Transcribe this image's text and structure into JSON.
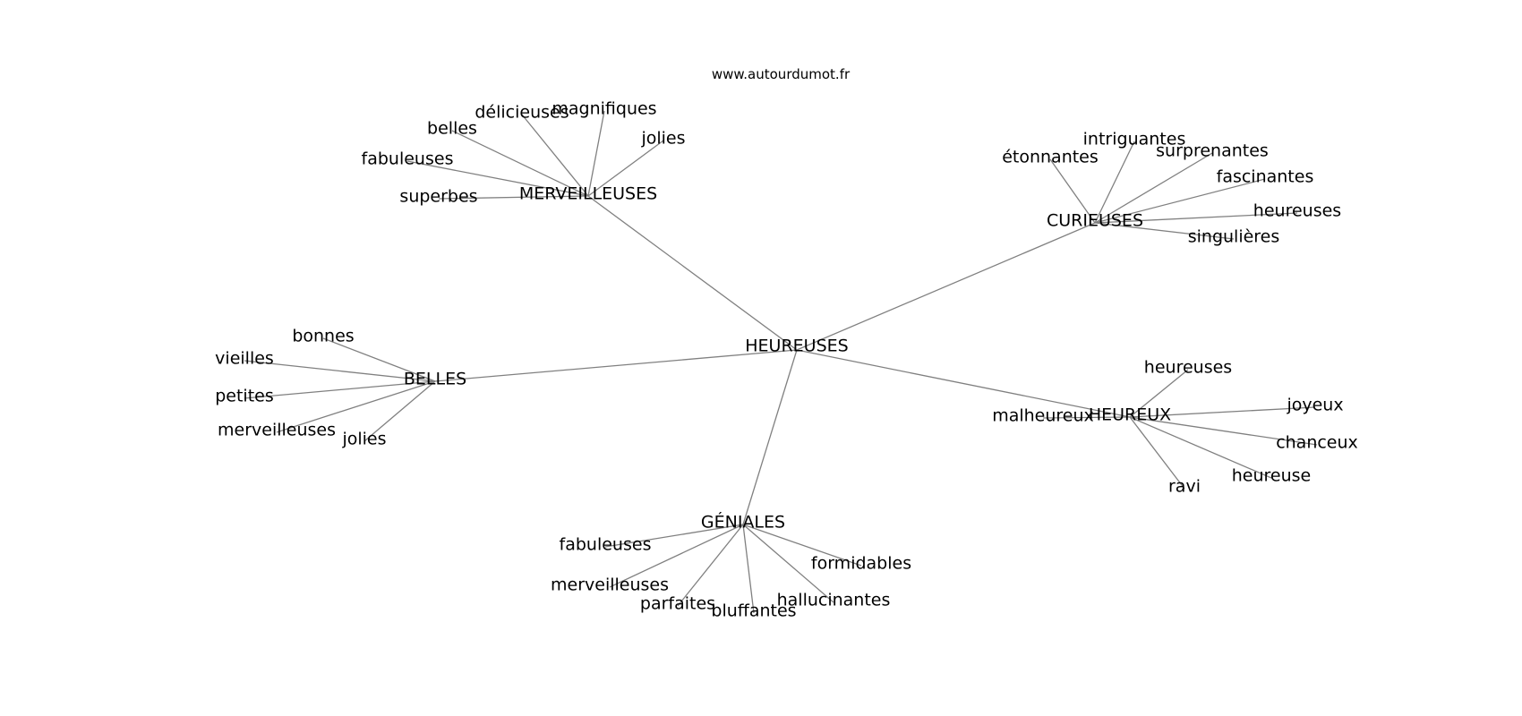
{
  "watermark": "www.autourdumot.fr",
  "graph": {
    "center": "HEUREUSES",
    "clusters": [
      {
        "hub": "MERVEILLEUSES",
        "leaves": [
          "superbes",
          "fabuleuses",
          "belles",
          "délicieuses",
          "magnifiques",
          "jolies"
        ]
      },
      {
        "hub": "CURIEUSES",
        "leaves": [
          "étonnantes",
          "intriguantes",
          "surprenantes",
          "fascinantes",
          "heureuses",
          "singulières"
        ]
      },
      {
        "hub": "BELLES",
        "leaves": [
          "bonnes",
          "vieilles",
          "petites",
          "merveilleuses",
          "jolies"
        ]
      },
      {
        "hub": "HEUREUX",
        "leaves": [
          "heureuses",
          "joyeux",
          "chanceux",
          "heureuse",
          "ravi",
          "malheureux"
        ]
      },
      {
        "hub": "GÉNIALES",
        "leaves": [
          "fabuleuses",
          "merveilleuses",
          "parfaites",
          "bluffantes",
          "hallucinantes",
          "formidables"
        ]
      }
    ]
  }
}
